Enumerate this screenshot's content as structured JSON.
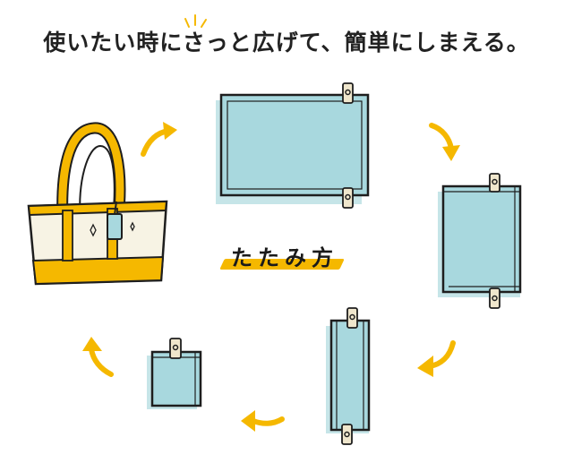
{
  "headline": "使いたい時にさっと広げて、簡単にしまえる。",
  "section_label": "たたみ方",
  "colors": {
    "bag_yellow": "#f5b800",
    "bag_body": "#f7f3e4",
    "fabric_blue": "#a8d8de",
    "fabric_shadow": "#c6e5e8",
    "arrow_yellow": "#f5b800",
    "outline": "#1e1e1e",
    "tag_beige": "#efe6cc"
  },
  "steps": [
    {
      "name": "tote-bag",
      "icon": "tote-bag-icon"
    },
    {
      "name": "unfolded-sheet",
      "icon": "flat-sheet-icon"
    },
    {
      "name": "folded-in-half",
      "icon": "folded-half-icon"
    },
    {
      "name": "folded-strip",
      "icon": "folded-strip-icon"
    },
    {
      "name": "folded-packet",
      "icon": "packet-icon"
    }
  ]
}
